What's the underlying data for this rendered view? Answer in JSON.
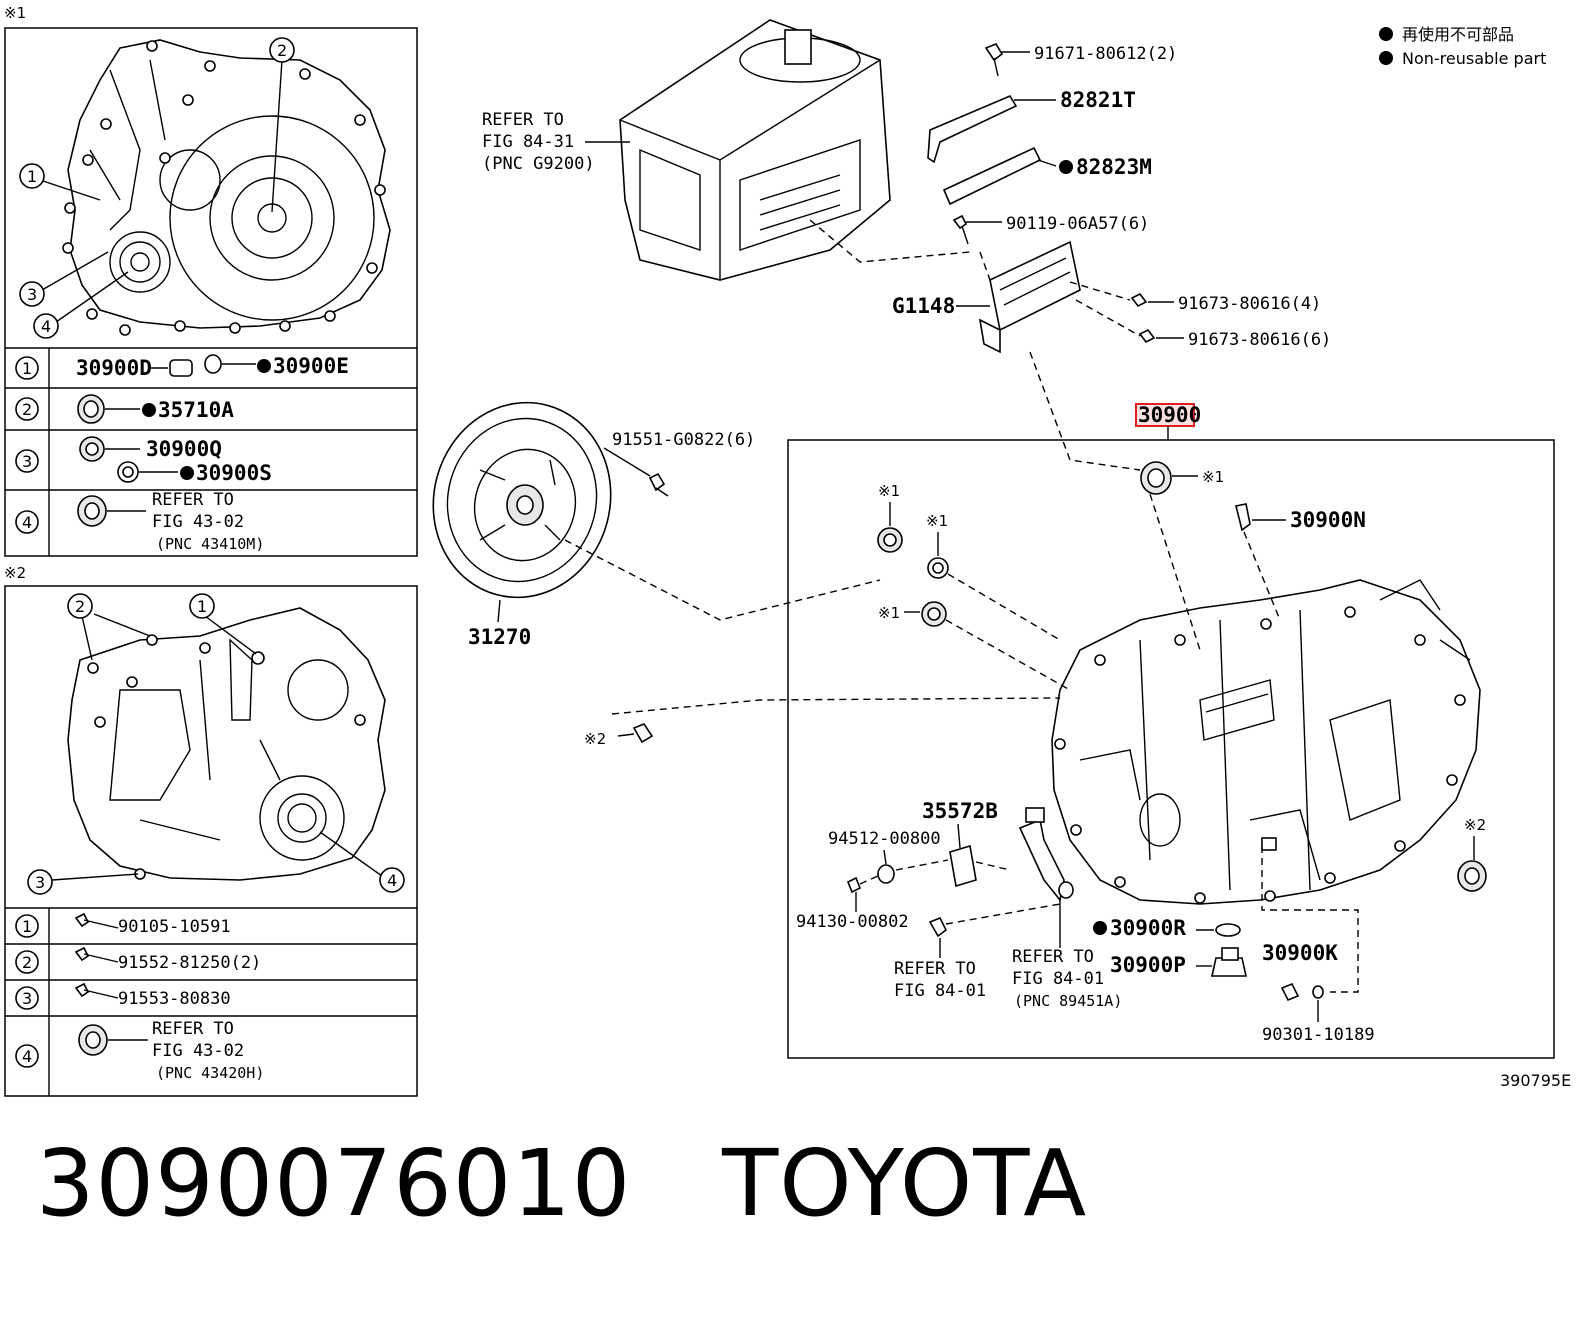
{
  "legend": {
    "japanese": "再使用不可部品",
    "english": "Non-reusable part"
  },
  "figure_id": "390795E",
  "footer": {
    "part_number": "3090076010",
    "brand": "TOYOTA"
  },
  "markers": {
    "note1": "※1",
    "note2": "※2"
  },
  "callout_numbers": [
    "1",
    "2",
    "3",
    "4"
  ],
  "table1": {
    "rows": [
      {
        "num": "1",
        "parts": [
          "30900D",
          "30900E"
        ]
      },
      {
        "num": "2",
        "parts": [
          "35710A"
        ]
      },
      {
        "num": "3",
        "parts": [
          "30900Q",
          "30900S"
        ]
      },
      {
        "num": "4",
        "refer": [
          "REFER TO",
          "FIG 43-02",
          "(PNC 43410M)"
        ]
      }
    ]
  },
  "table2": {
    "rows": [
      {
        "num": "1",
        "parts": [
          "90105-10591"
        ]
      },
      {
        "num": "2",
        "parts": [
          "91552-81250(2)"
        ]
      },
      {
        "num": "3",
        "parts": [
          "91553-80830"
        ]
      },
      {
        "num": "4",
        "refer": [
          "REFER TO",
          "FIG 43-02",
          "(PNC 43420H)"
        ]
      }
    ]
  },
  "labels": {
    "refer_fig84_31": [
      "REFER TO",
      "FIG 84-31",
      "(PNC G9200)"
    ],
    "p91671": "91671-80612(2)",
    "p82821T": "82821T",
    "p82823M": "82823M",
    "p90119": "90119-06A57(6)",
    "pG1148": "G1148",
    "p91673a": "91673-80616(4)",
    "p91673b": "91673-80616(6)",
    "p30900": "30900",
    "p91551": "91551-G0822(6)",
    "p31270": "31270",
    "p30900N": "30900N",
    "p35572B": "35572B",
    "p94512": "94512-00800",
    "p94130": "94130-00802",
    "refer_fig84_01a": [
      "REFER TO",
      "FIG 84-01"
    ],
    "refer_fig84_01b": [
      "REFER TO",
      "FIG 84-01",
      "(PNC 89451A)"
    ],
    "p30900R": "30900R",
    "p30900P": "30900P",
    "p30900K": "30900K",
    "p90301": "90301-10189"
  },
  "colors": {
    "highlight": "#e02020",
    "highlight_fill": "#fde0e0"
  }
}
